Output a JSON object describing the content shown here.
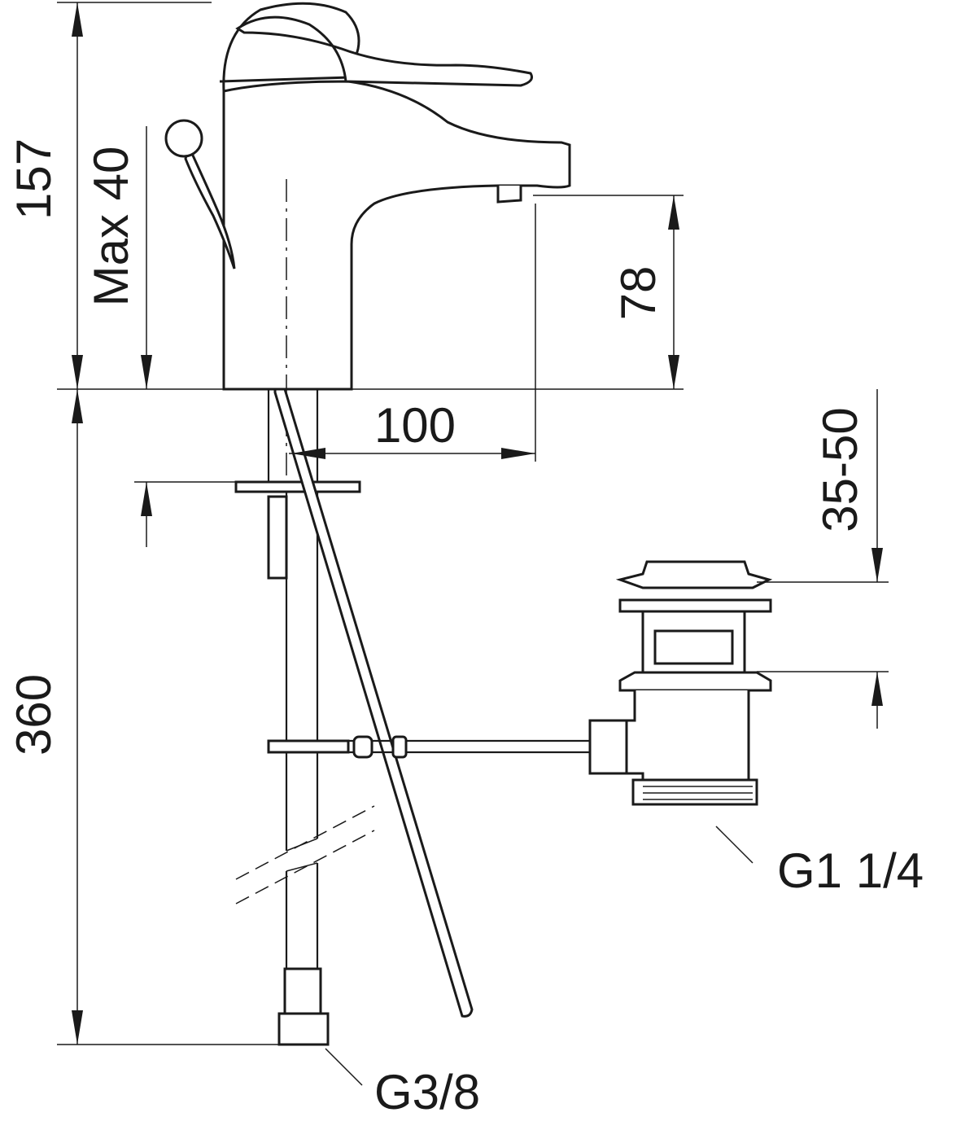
{
  "dimensions": {
    "total_height": "157",
    "max_deck_thickness": "Max 40",
    "spout_height": "78",
    "spout_reach": "100",
    "installation_depth": "360",
    "drain_range": "35-50"
  },
  "threads": {
    "drain_thread": "G1 1/4",
    "supply_thread": "G3/8"
  }
}
